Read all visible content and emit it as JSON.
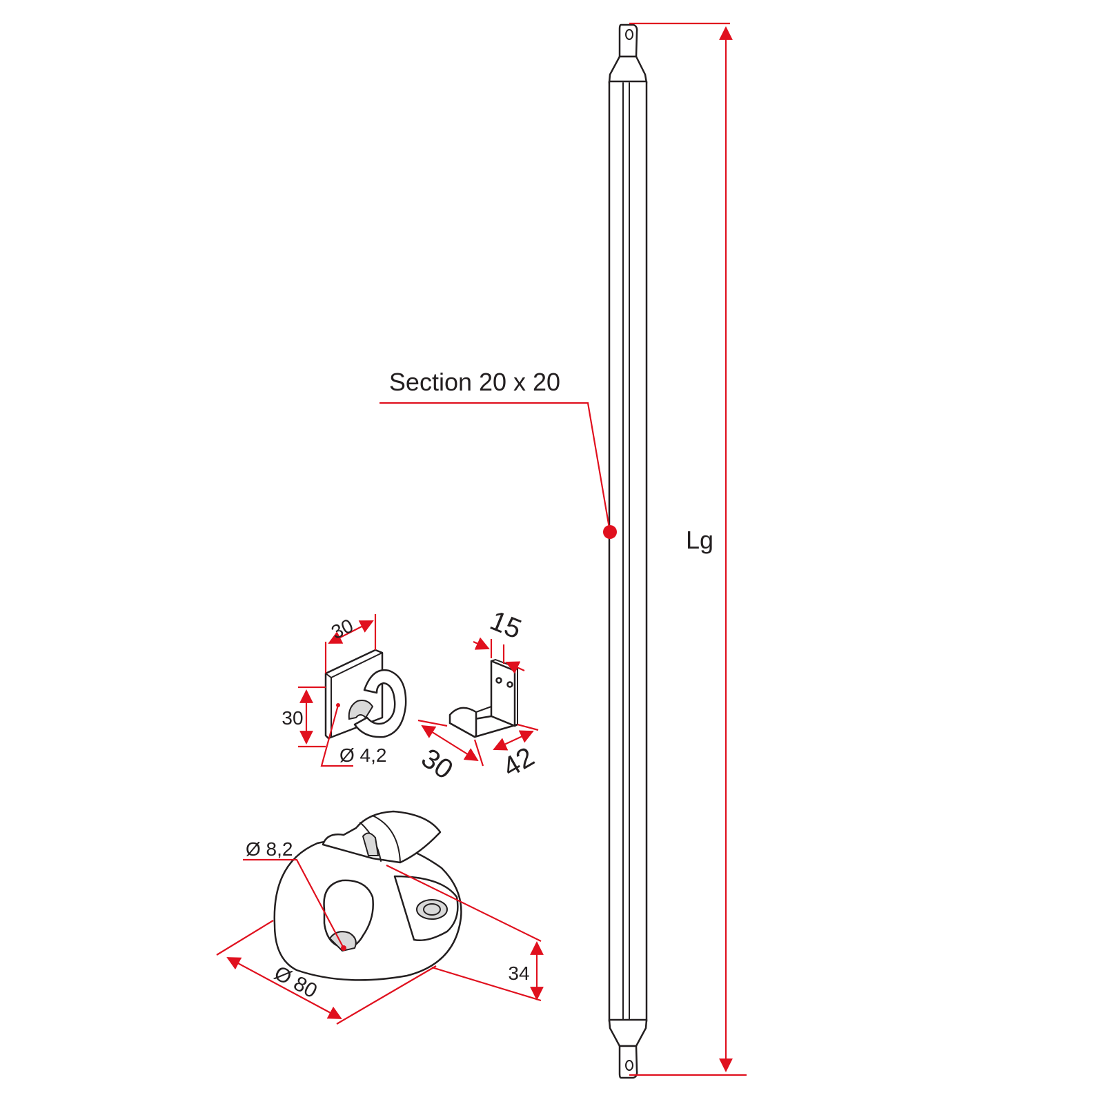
{
  "labels": {
    "section": "Section 20 x 20",
    "length": "Lg",
    "bracket_width": "30",
    "bracket_height": "30",
    "bracket_hole": "Ø 4,2",
    "holder_top": "15",
    "holder_front": "30",
    "holder_depth": "42",
    "base_hole": "Ø 8,2",
    "base_diameter": "Ø 80",
    "base_height": "34"
  },
  "colors": {
    "dimension": "#e0101e",
    "outline": "#231f20"
  }
}
